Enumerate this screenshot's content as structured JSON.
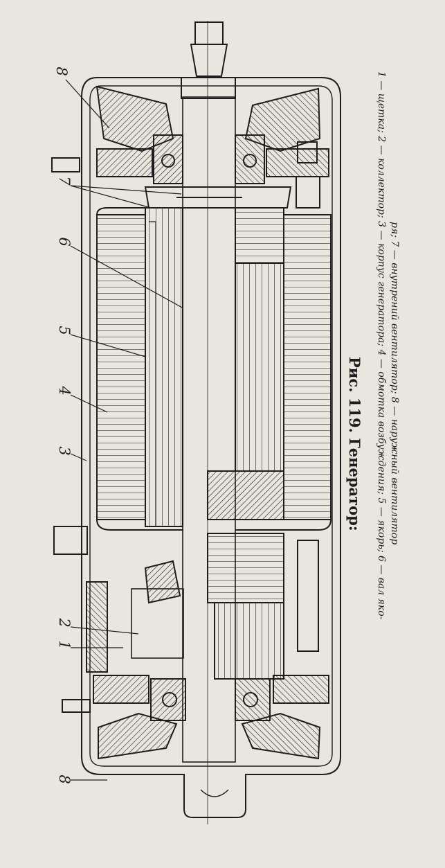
{
  "figure": {
    "title": "Рис. 119. Генератор:",
    "legend_line1": "1 — щетка; 2 — коллектор; 3 — корпус генератора; 4 — обмотка возбуждения; 5 — якорь; 6 — вал яко-",
    "legend_line2": "ря; 7 — внутрений вентилятор; 8 — наружный вентилятор"
  },
  "callouts": [
    {
      "id": "8a",
      "label": "8"
    },
    {
      "id": "7",
      "label": "7"
    },
    {
      "id": "6",
      "label": "6"
    },
    {
      "id": "5",
      "label": "5"
    },
    {
      "id": "4",
      "label": "4"
    },
    {
      "id": "3",
      "label": "3"
    },
    {
      "id": "2",
      "label": "2"
    },
    {
      "id": "1",
      "label": "1"
    },
    {
      "id": "8b",
      "label": "8"
    }
  ],
  "colors": {
    "paper": "#e9e6df",
    "ink": "#1d1d1d"
  }
}
